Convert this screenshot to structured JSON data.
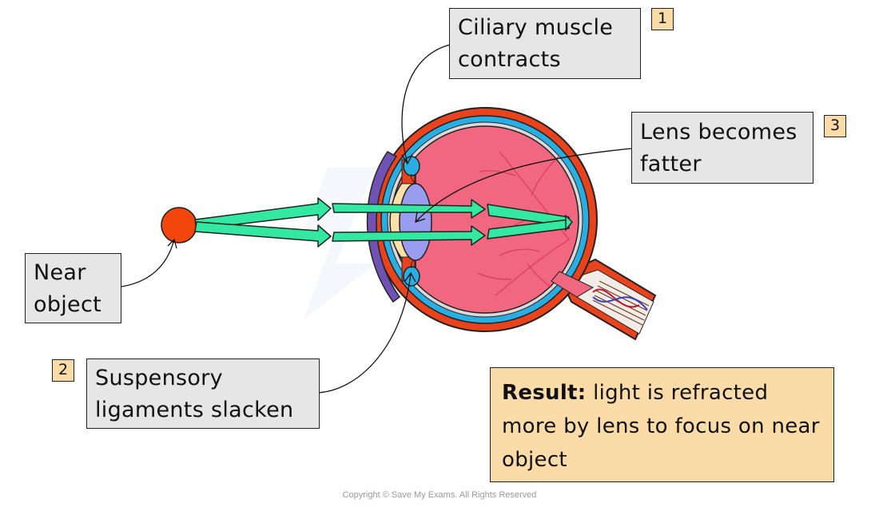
{
  "labels": {
    "ciliary": "Ciliary muscle contracts",
    "lens": "Lens becomes fatter",
    "suspensory": "Suspensory ligaments slacken",
    "near_object": "Near object"
  },
  "badges": {
    "one": "1",
    "two": "2",
    "three": "3"
  },
  "result": {
    "heading": "Result:",
    "text": "light is refracted more by lens to focus on near object"
  },
  "copyright": "Copyright © Save My Exams. All Rights Reserved",
  "colors": {
    "label_bg": "#e6e6e6",
    "result_bg": "#fbdca8",
    "sclera": "#e8431c",
    "choroid": "#29aee4",
    "retina": "#f0677f",
    "lens": "#9a9cf0",
    "cornea": "#6f52b3",
    "light_ray": "#33e8a0",
    "object": "#f3460c"
  }
}
